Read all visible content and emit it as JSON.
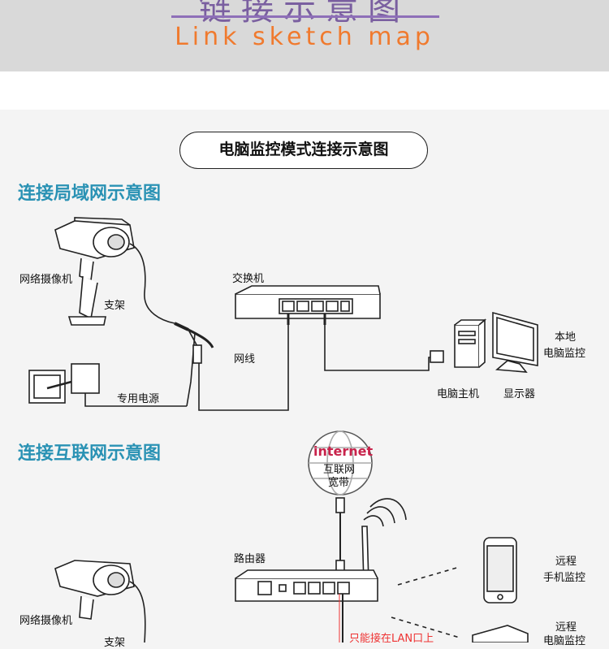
{
  "header": {
    "title_cn": "链接示意图",
    "title_en": "Link sketch map"
  },
  "main_title": "电脑监控模式连接示意图",
  "lan": {
    "section_title": "连接局域网示意图",
    "labels": {
      "camera": "网络摄像机",
      "bracket": "支架",
      "switch": "交换机",
      "cable": "网线",
      "power": "专用电源",
      "pc": "电脑主机",
      "monitor": "显示器",
      "local_1": "本地",
      "local_2": "电脑监控"
    }
  },
  "internet": {
    "section_title": "连接互联网示意图",
    "globe_en": "internet",
    "globe_cn_1": "互联网",
    "globe_cn_2": "宽带",
    "labels": {
      "router": "路由器",
      "camera": "网络摄像机",
      "bracket": "支架",
      "remote_phone_1": "远程",
      "remote_phone_2": "手机监控",
      "remote_pc_1": "远程",
      "remote_pc_2": "电脑监控",
      "lan_note": "只能接在LAN口上"
    }
  },
  "colors": {
    "section_title": "#2a92b4",
    "title_en": "#f07a2e",
    "title_cn": "#7a5fa0",
    "note_red": "#e33333"
  }
}
